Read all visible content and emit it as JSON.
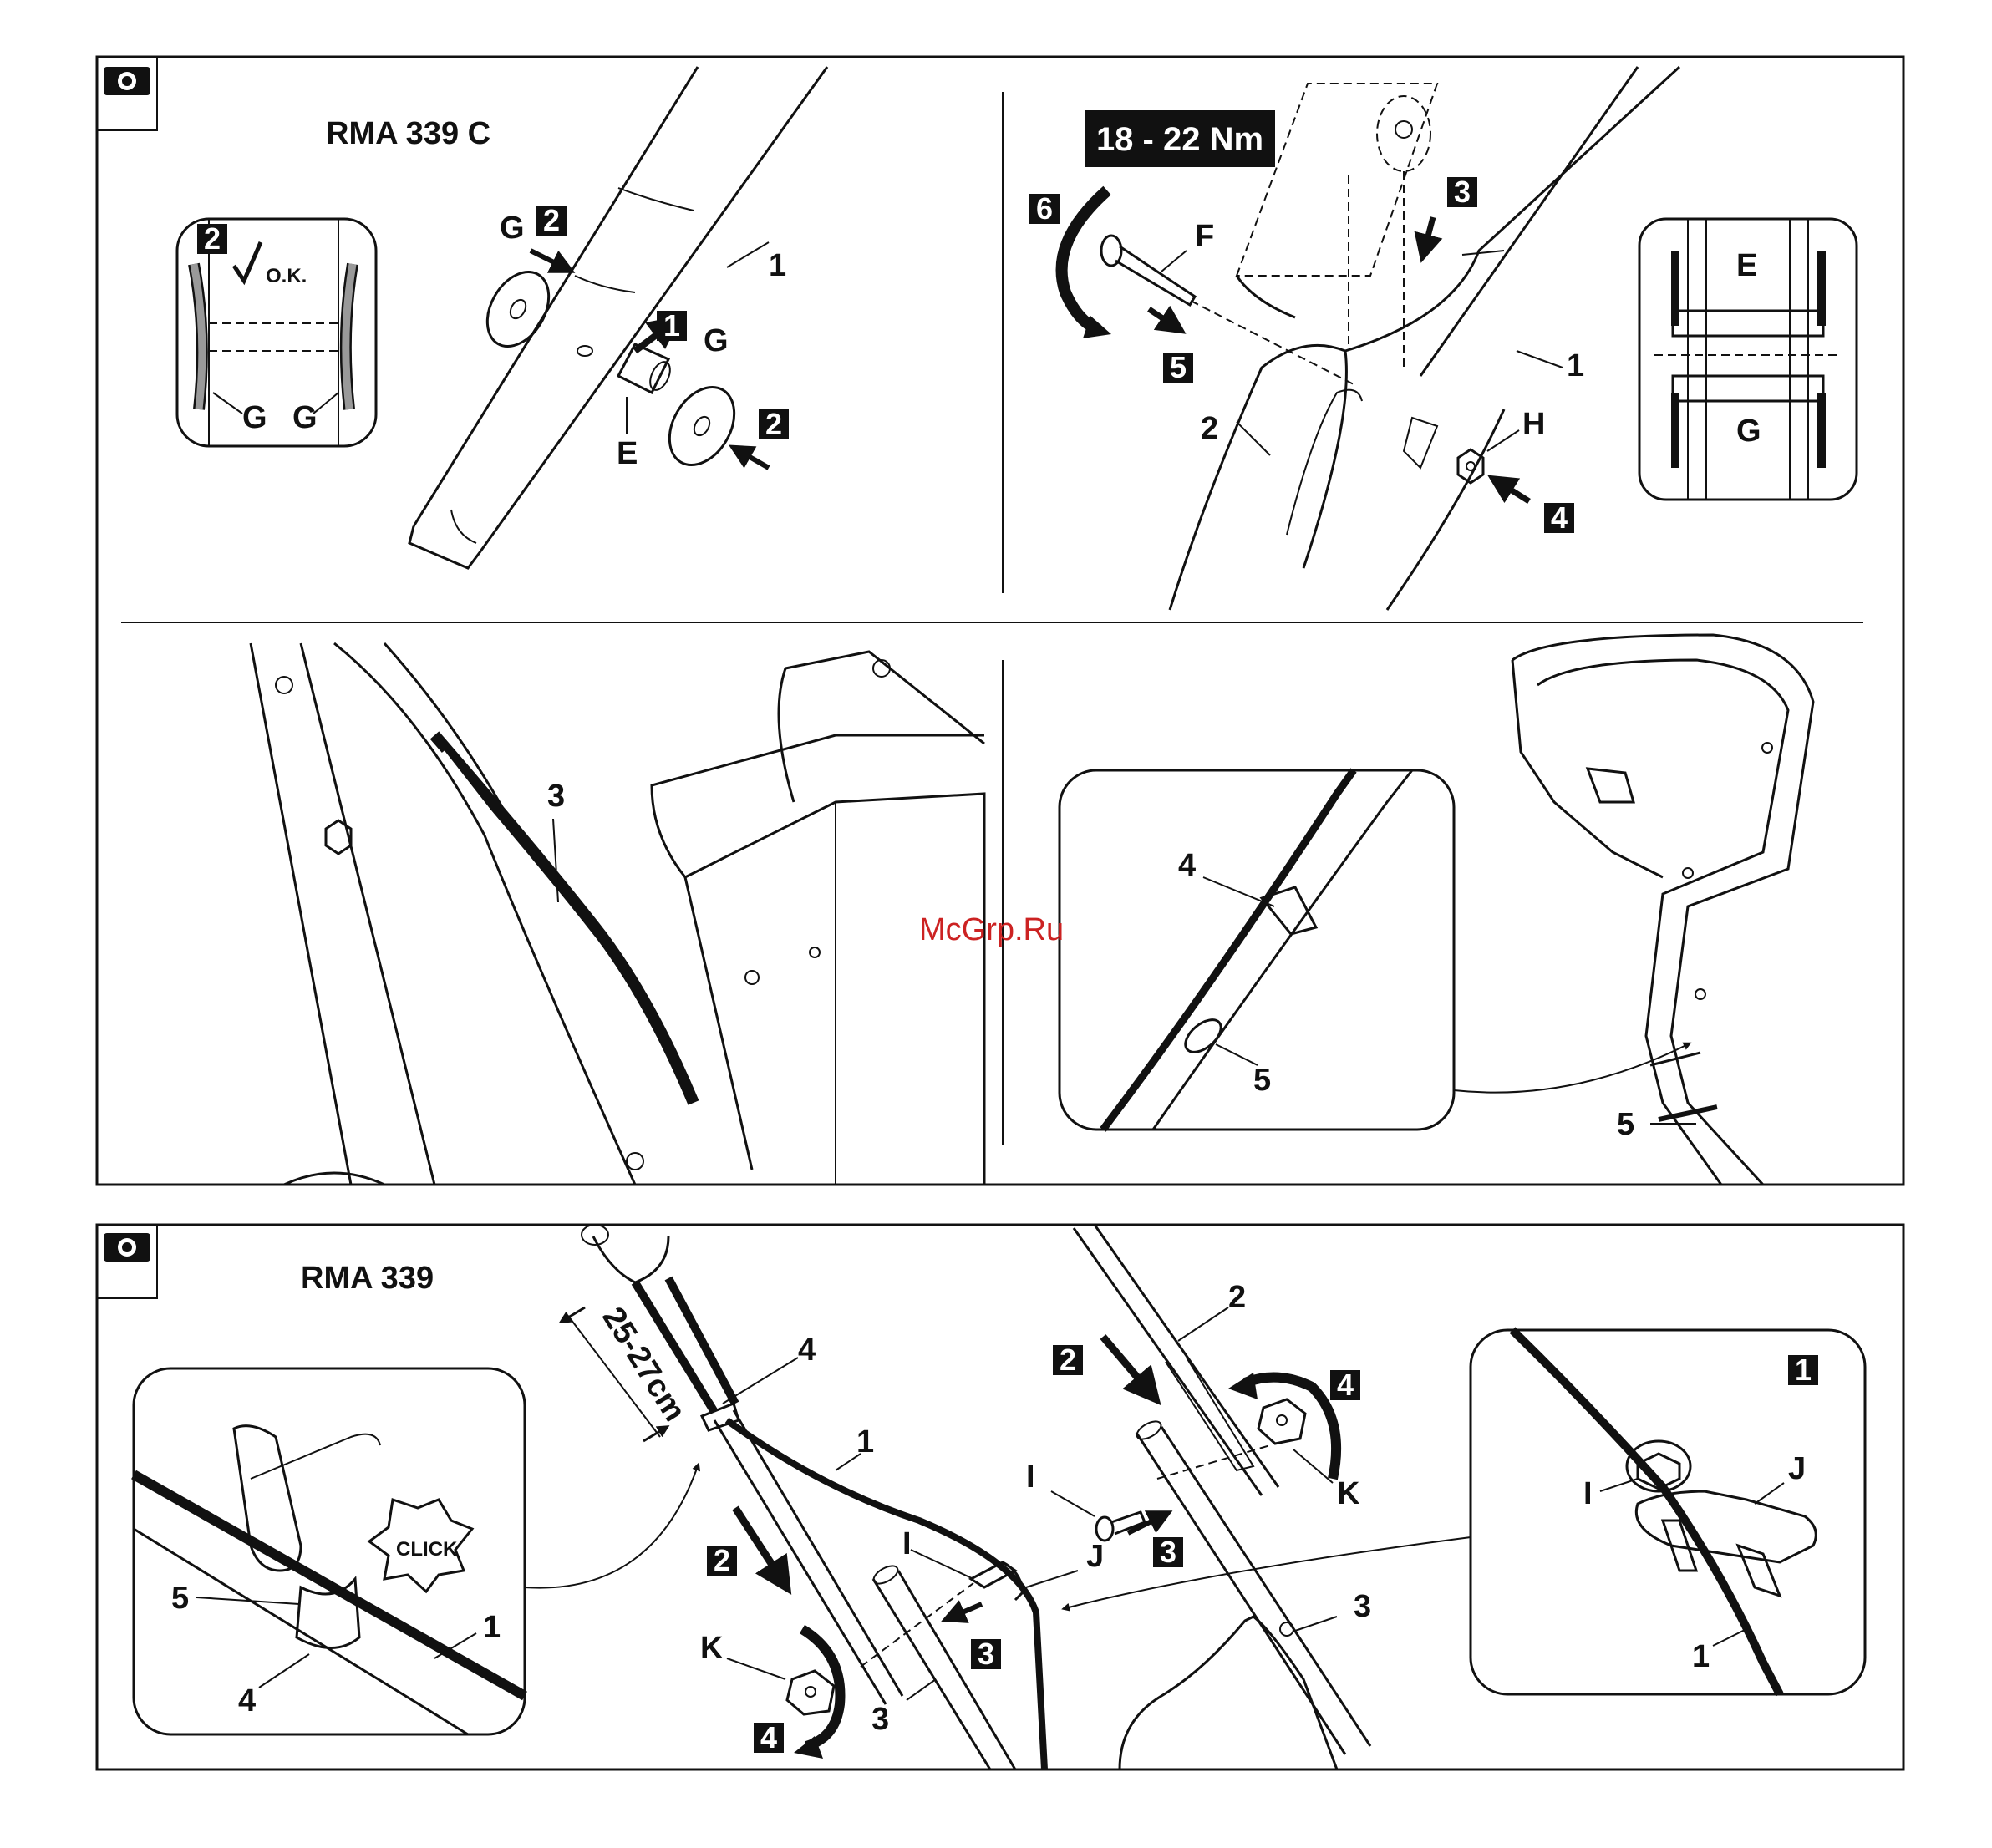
{
  "panel_top": {
    "model_title": "RMA 339 C",
    "torque": "18 - 22 Nm",
    "ok_text": "O.K.",
    "labels": {
      "G": "G",
      "E": "E",
      "F": "F",
      "H": "H",
      "one": "1",
      "two": "2",
      "three": "3",
      "four": "4",
      "five": "5"
    },
    "step_badges": [
      "1",
      "2",
      "3",
      "4",
      "5",
      "6"
    ]
  },
  "panel_bottom": {
    "model_title": "RMA 339",
    "distance": "25-27cm",
    "click_text": "CLICK",
    "labels": {
      "I": "I",
      "J": "J",
      "K": "K",
      "one": "1",
      "two": "2",
      "three": "3",
      "four": "4",
      "five": "5"
    },
    "step_badges": [
      "1",
      "2",
      "3",
      "4"
    ]
  },
  "watermark": "McGrp.Ru",
  "icons": [
    "camera-icon"
  ],
  "colors": {
    "ink": "#111111",
    "watermark": "#cc2222",
    "washer_grey": "#999999"
  }
}
